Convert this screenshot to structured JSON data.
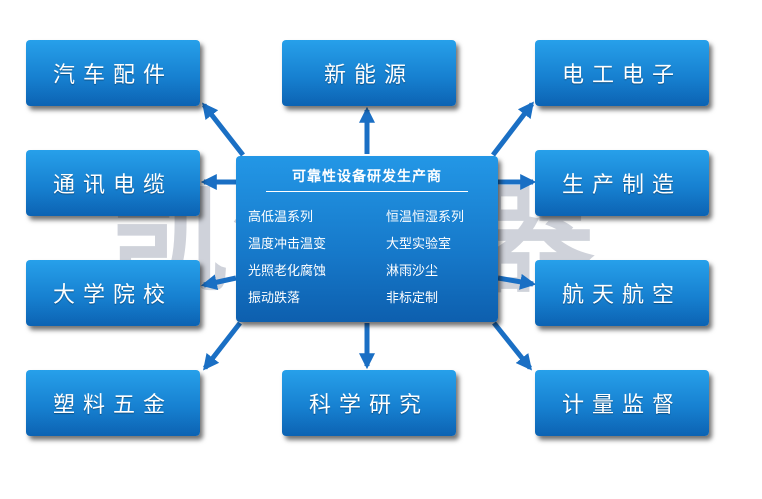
{
  "watermark": "凯测仪器",
  "center": {
    "title": "可靠性设备研发生产商",
    "items_left": [
      "高低温系列",
      "温度冲击温变",
      "光照老化腐蚀",
      "振动跌落"
    ],
    "items_right": [
      "恒温恒湿系列",
      "大型实验室",
      "淋雨沙尘",
      "非标定制"
    ]
  },
  "boxes": {
    "auto_parts": "汽车配件",
    "new_energy": "新能源",
    "electronics": "电工电子",
    "telecom_cable": "通讯电缆",
    "manufacturing": "生产制造",
    "university": "大学院校",
    "aerospace": "航天航空",
    "plastics_hardware": "塑料五金",
    "scientific_research": "科学研究",
    "metrology": "计量监督"
  }
}
